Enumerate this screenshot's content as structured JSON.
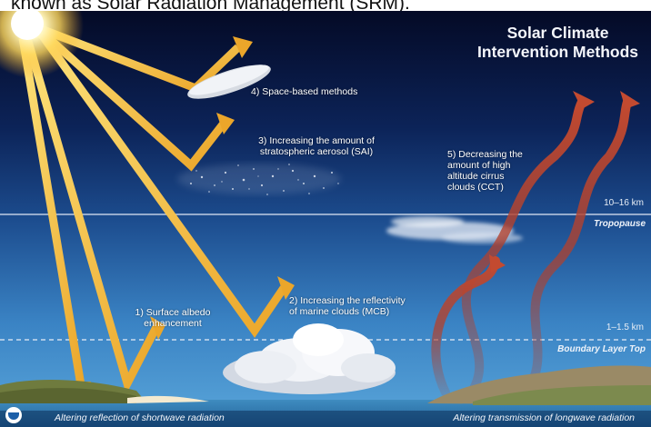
{
  "caption": "known as Solar Radiation Management (SRM).",
  "title_line1": "Solar Climate",
  "title_line2": "Intervention Methods",
  "methods": {
    "space": "4) Space-based methods",
    "sai_line1": "3) Increasing the amount of",
    "sai_line2": "stratospheric aerosol (SAI)",
    "cct_line1": "5) Decreasing the",
    "cct_line2": "amount of high",
    "cct_line3": "altitude cirrus",
    "cct_line4": "clouds (CCT)",
    "mcb_line1": "2) Increasing the reflectivity",
    "mcb_line2": "of marine clouds (MCB)",
    "albedo_line1": "1) Surface albedo",
    "albedo_line2": "enhancement"
  },
  "levels": {
    "tropopause_alt": "10–16 km",
    "tropopause": "Tropopause",
    "boundary_alt": "1–1.5 km",
    "boundary": "Boundary Layer Top"
  },
  "bottom": {
    "left": "Altering reflection of shortwave radiation",
    "right": "Altering transmission of longwave radiation"
  },
  "colors": {
    "sky_top": "#050d2e",
    "sky_mid": "#1c4c8e",
    "sky_low": "#4d9ad3",
    "sun_arrow": "#f2b52a",
    "longwave_arrow": "#b2402c"
  }
}
